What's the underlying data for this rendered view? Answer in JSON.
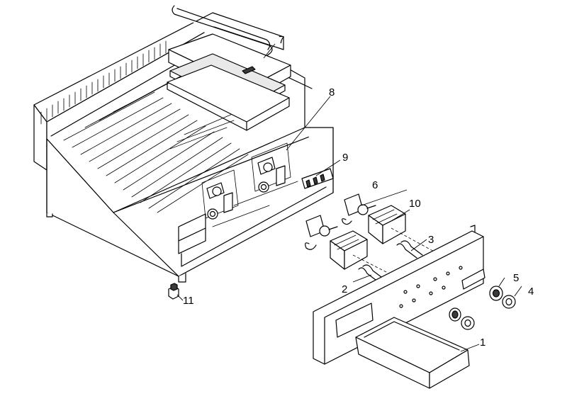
{
  "diagram": {
    "callouts": [
      "1",
      "2",
      "3",
      "4",
      "5",
      "6",
      "7",
      "8",
      "9",
      "10",
      "11"
    ]
  }
}
